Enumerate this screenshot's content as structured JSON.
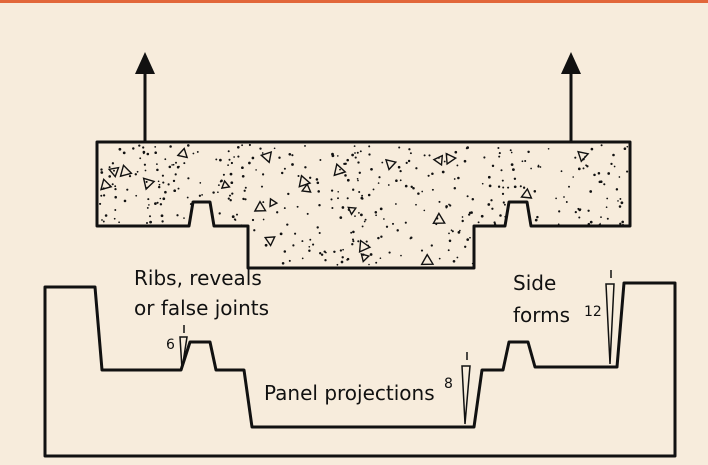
{
  "labels": {
    "ribs_line1": "Ribs, reveals",
    "ribs_line2": "or false joints",
    "side_line1": "Side",
    "side_line2": "forms",
    "panel_projections": "Panel projections"
  },
  "draft_values": {
    "ribs": "6",
    "panel": "8",
    "side": "12",
    "unit_mark": "1"
  },
  "colors": {
    "background": "#f7ecdc",
    "accent_rule": "#e2673a",
    "ink": "#111111"
  }
}
